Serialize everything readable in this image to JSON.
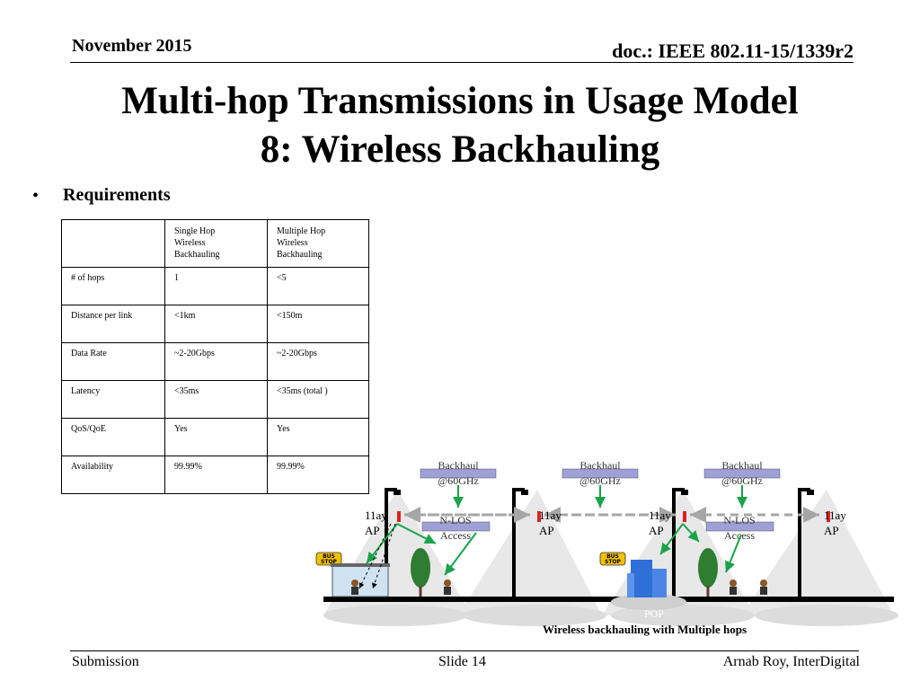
{
  "header": {
    "date": "November 2015",
    "doc": "doc.: IEEE 802.11-15/1339r2"
  },
  "title": {
    "line1": "Multi-hop Transmissions in Usage Model",
    "line2": "8: Wireless Backhauling"
  },
  "bullet": {
    "symbol": "•",
    "text": "Requirements"
  },
  "table": {
    "header": [
      "",
      "Single Hop Wireless Backhauling",
      "Multiple Hop Wireless Backhauling"
    ],
    "header_lines": [
      [
        ""
      ],
      [
        "Single Hop",
        "Wireless",
        "Backhauling"
      ],
      [
        "Multiple Hop",
        "Wireless",
        "Backhauling"
      ]
    ],
    "rows": [
      [
        "# of hops",
        " 1",
        "<5"
      ],
      [
        "Distance per link",
        "<1km",
        "<150m"
      ],
      [
        "Data Rate",
        "~2-20Gbps",
        "~2-20Gbps"
      ],
      [
        "Latency",
        "<35ms",
        "<35ms (total )"
      ],
      [
        "QoS/QoE",
        "Yes",
        "Yes"
      ],
      [
        "Availability",
        "99.99%",
        "99.99%"
      ]
    ]
  },
  "diagram": {
    "backhaul_label": [
      "Backhaul",
      "@60GHz"
    ],
    "nlos_label": [
      "N-LOS",
      "Access"
    ],
    "ap_label": [
      "11ay",
      "AP"
    ],
    "bus_stop": [
      "BUS",
      "STOP"
    ],
    "pop_label": "POP",
    "caption": "Wireless backhauling with Multiple hops",
    "colors": {
      "box": "#9fa0d6",
      "arrow": "#1aa34a",
      "dashed": "#a6a6a6",
      "ap": "#e02020",
      "building": "#2f6fd8",
      "beam": "#e6e6e6"
    }
  },
  "footer": {
    "left": "Submission",
    "center": "Slide 14",
    "right": "Arnab Roy, InterDigital"
  }
}
